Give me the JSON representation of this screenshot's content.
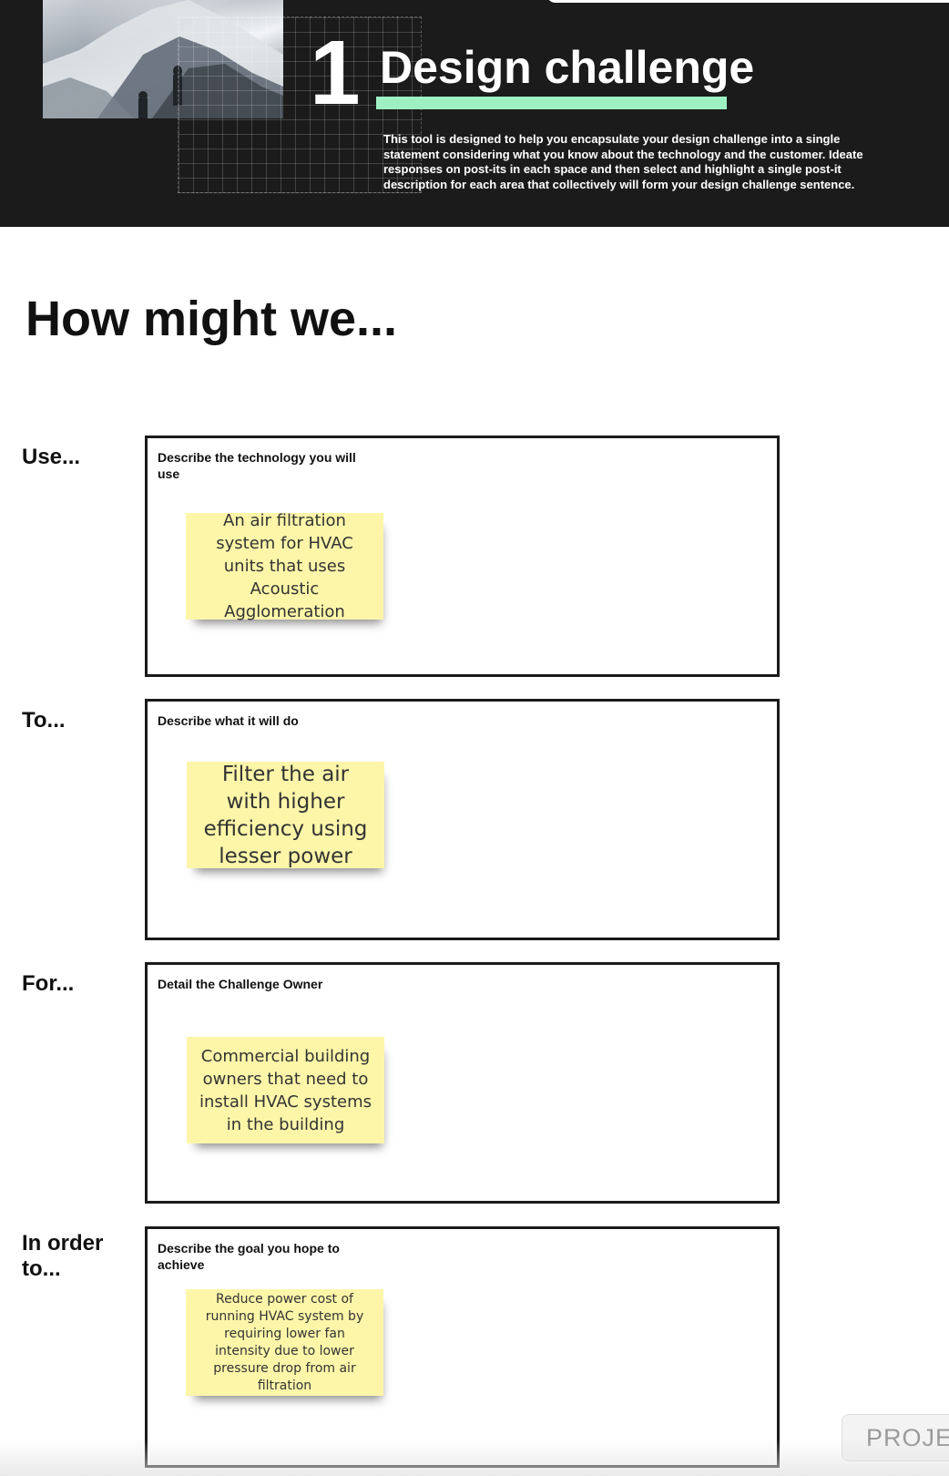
{
  "header": {
    "step_number": "1",
    "title": "Design challenge",
    "description": "This tool is designed to help you encapsulate your design challenge into a single statement considering what you know about the technology and the customer. Ideate responses on post-its in each space and then select and highlight a single post-it description for each area that collectively will form your design challenge sentence.",
    "accent_color": "#9ef0c3",
    "background_color": "#1b1b1b",
    "image": "snowy-mountain-hikers-photo"
  },
  "main": {
    "heading": "How might we..."
  },
  "sections": [
    {
      "label": "Use...",
      "prompt": "Describe the technology you will use",
      "sticky": "An air filtration system for HVAC units that uses Acoustic Agglomeration"
    },
    {
      "label": "To...",
      "prompt": "Describe what it will do",
      "sticky": "Filter the air with higher efficiency using lesser power"
    },
    {
      "label": "For...",
      "prompt": "Detail the Challenge Owner",
      "sticky": "Commercial building owners that need to install HVAC systems in the building"
    },
    {
      "label": "In order to...",
      "prompt": "Describe the goal you hope to achieve",
      "sticky": "Reduce power cost of running HVAC system by requiring lower fan intensity due to lower pressure drop from air filtration"
    }
  ],
  "sticky_color": "#fdf6a9",
  "footer": {
    "project_tab": "PROJE"
  }
}
